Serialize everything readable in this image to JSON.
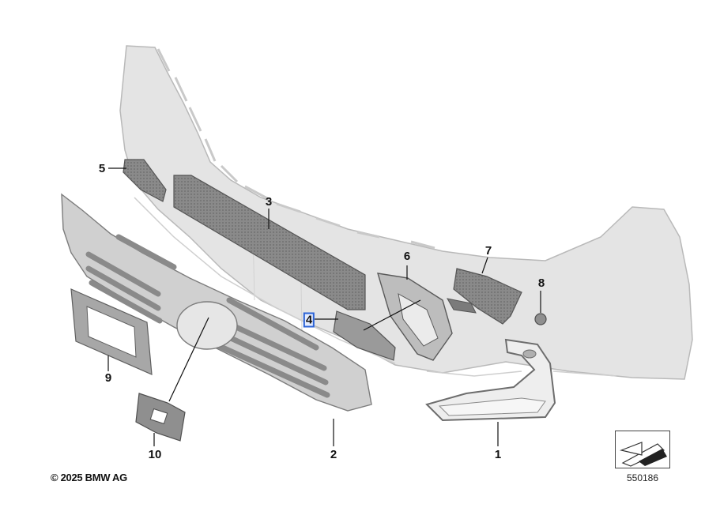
{
  "callouts": [
    {
      "label": "1"
    },
    {
      "label": "2"
    },
    {
      "label": "3"
    },
    {
      "label": "4"
    },
    {
      "label": "5"
    },
    {
      "label": "6"
    },
    {
      "label": "7"
    },
    {
      "label": "8"
    },
    {
      "label": "9"
    },
    {
      "label": "10"
    }
  ],
  "footer": {
    "copyright": "© 2025 BMW AG",
    "reference_number": "550186"
  },
  "colors": {
    "bumper": "#e4e4e4",
    "bumper_edge": "#b9b9b9",
    "part": "#8f8f8f",
    "part_dark": "#6e6e6e",
    "highlight": "#2a62d6"
  },
  "icons": {
    "reference": "view-direction-arrow-icon"
  }
}
